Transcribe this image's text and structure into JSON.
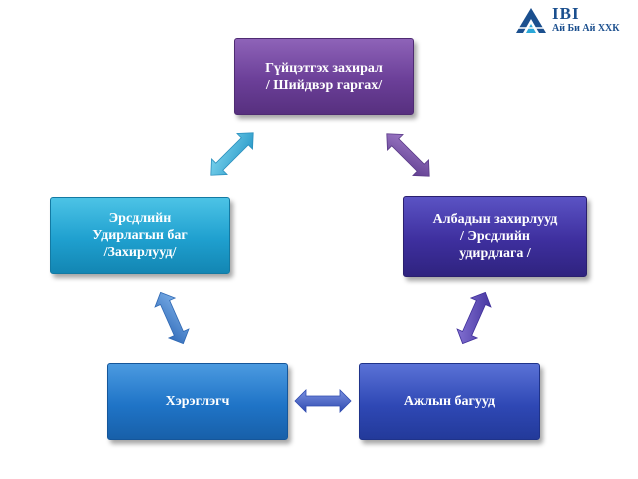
{
  "logo": {
    "name": "IBI",
    "subtitle": "Ай Би Ай ХХК",
    "color": "#1b4f8e"
  },
  "nodes": {
    "top": "Гүйцэтгэх захирал\n/ Шийдвэр гаргах/",
    "right": "Албадын захирлууд\n/ Эрсдлийн\nудирдлага /",
    "left": "Эрсдлийн\nУдирлагын баг\n/Захирлууд/",
    "bottom_left": "Хэрэглэгч",
    "bottom_right": "Ажлын багууд"
  },
  "colors": {
    "top": "#6b3f98",
    "right": "#3e2f9e",
    "left": "#1fa0cf",
    "bottom_left": "#1f74c7",
    "bottom_right": "#2f48b5"
  },
  "connections": [
    {
      "from": "top",
      "to": "left",
      "icon": "double-arrow-icon",
      "color": "#3db3d8"
    },
    {
      "from": "top",
      "to": "right",
      "icon": "double-arrow-icon",
      "color": "#7b58b0"
    },
    {
      "from": "left",
      "to": "bottom_left",
      "icon": "double-arrow-icon",
      "color": "#4a86cf"
    },
    {
      "from": "bottom_left",
      "to": "bottom_right",
      "icon": "double-arrow-icon",
      "color": "#4169c7"
    },
    {
      "from": "right",
      "to": "bottom_right",
      "icon": "double-arrow-icon",
      "color": "#5a45b8"
    }
  ]
}
